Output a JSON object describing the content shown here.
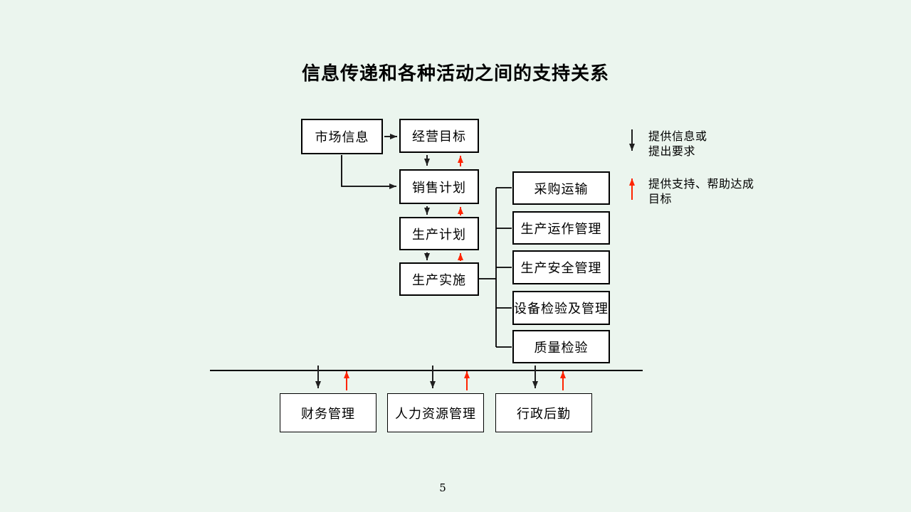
{
  "slide": {
    "title": "信息传递和各种活动之间的支持关系",
    "page_number": "5"
  },
  "diagram": {
    "boxes": {
      "market_info": "市场信息",
      "business_goal": "经营目标",
      "sales_plan": "销售计划",
      "production_plan": "生产计划",
      "production_impl": "生产实施",
      "procurement_transport": "采购运输",
      "production_operations": "生产运作管理",
      "production_safety": "生产安全管理",
      "equipment_inspection": "设备检验及管理",
      "quality_inspection": "质量检验",
      "finance": "财务管理",
      "human_resources": "人力资源管理",
      "admin_logistics": "行政后勤"
    },
    "legend": {
      "down_line1": "提供信息或",
      "down_line2": "提出要求",
      "up_line1": "提供支持、帮助达成",
      "up_line2": "目标"
    },
    "colors": {
      "info_arrow": "#1f1f1f",
      "support_arrow": "#ff2400",
      "background": "#ebf5ee"
    }
  }
}
